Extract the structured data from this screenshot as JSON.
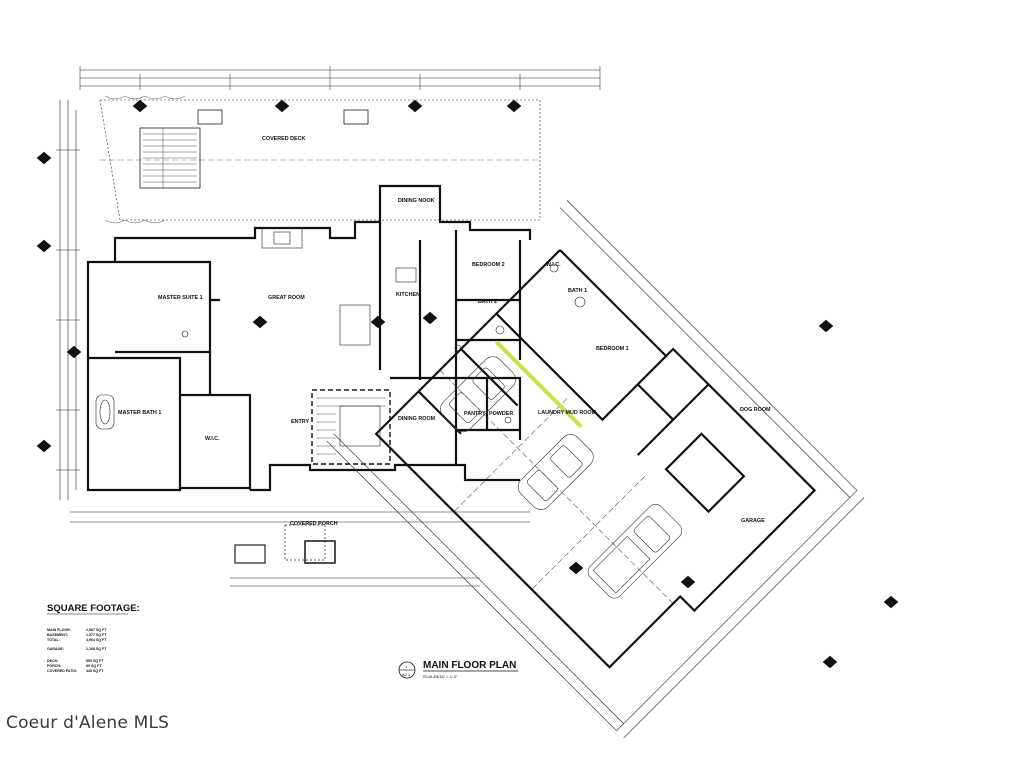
{
  "rooms": {
    "covered_deck": "COVERED DECK",
    "dining_nook": "DINING NOOK",
    "kitchen": "KITCHEN",
    "bedroom_2": "BEDROOM 2",
    "wic_upper": "W.I.C.",
    "bath_1": "BATH 1",
    "bath_2": "BATH 2",
    "master_suite": "MASTER SUITE 1",
    "great_room": "GREAT ROOM",
    "bedroom_1": "BEDROOM 1",
    "master_bath": "MASTER BATH 1",
    "wic_master": "W.I.C.",
    "entry": "ENTRY",
    "dining_room": "DINING ROOM",
    "pantry": "PANTRY",
    "powder": "POWDER",
    "laundry": "LAUNDRY MUD ROOM",
    "dog_room": "DOG ROOM",
    "garage": "GARAGE",
    "covered_porch": "COVERED PORCH"
  },
  "square_footage": {
    "title": "SQUARE FOOTAGE:",
    "rows": [
      {
        "label": "MAIN FLOOR:",
        "value": "2,987 SQ FT"
      },
      {
        "label": "BASEMENT:",
        "value": "1,977 SQ FT"
      },
      {
        "label": "TOTAL:",
        "value": "4,964 SQ FT"
      },
      {
        "label": "GARAGE:",
        "value": "1,168 SQ FT"
      },
      {
        "label": "DECK:",
        "value": "590 SQ FT"
      },
      {
        "label": "PORCH:",
        "value": "89 SQ FT"
      },
      {
        "label": "COVERED PATIO:",
        "value": "445 SQ FT"
      }
    ]
  },
  "plan_title": {
    "number": "1",
    "sheet": "A2.1",
    "name": "MAIN FLOOR PLAN",
    "scale_label": "SCALE:",
    "scale_value": "3/16\" = 1'-0\""
  },
  "watermark": "Coeur d'Alene MLS",
  "colors": {
    "ink": "#111111",
    "highlight": "#c8e04a",
    "watermark": "#3a3a3a"
  }
}
